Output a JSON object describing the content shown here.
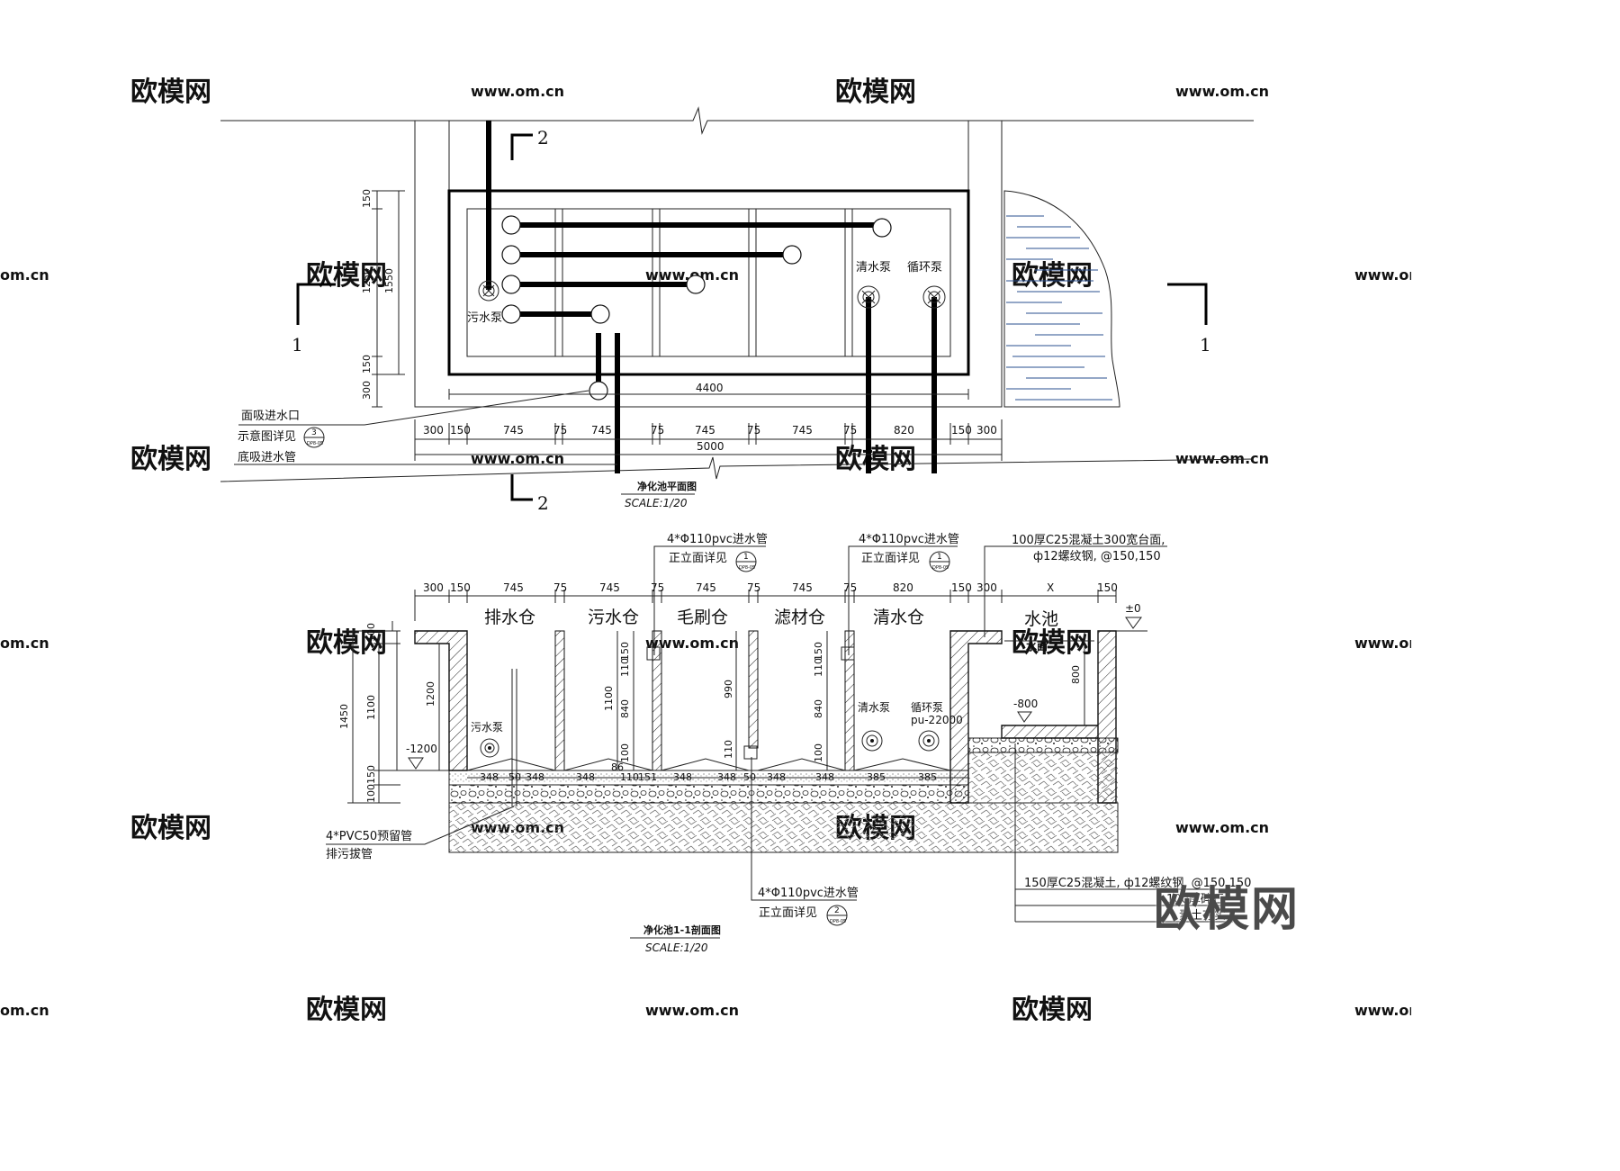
{
  "plan": {
    "title": "净化池平面图",
    "scale": "SCALE:1/20",
    "section_marks": {
      "left_num": "1",
      "right_num": "1",
      "top_num": "2",
      "bottom_num": "2"
    },
    "pump_labels": {
      "sewage": "污水泵",
      "clean": "清水泵",
      "circulation": "循环泵"
    },
    "callouts": {
      "surface_inlet": "面吸进水口",
      "detail_ref": "示意图详见",
      "bottom_inlet": "底吸进水管"
    },
    "detail_symbol": {
      "num": "3",
      "sheet": "DP8-05"
    },
    "vertical_dims": [
      "150",
      "1250",
      "150",
      "300",
      "1550"
    ],
    "inner_dim": "4400",
    "row_dims": [
      "300",
      "150",
      "745",
      "75",
      "745",
      "75",
      "745",
      "75",
      "745",
      "75",
      "820",
      "150",
      "300"
    ],
    "total_dim": "5000"
  },
  "section": {
    "title": "净化池1-1剖面图",
    "scale": "SCALE:1/20",
    "top_dims": [
      "300",
      "150",
      "745",
      "75",
      "745",
      "75",
      "745",
      "75",
      "745",
      "75",
      "820",
      "150",
      "300",
      "X",
      "150"
    ],
    "chambers": [
      "排水仓",
      "污水仓",
      "毛刷仓",
      "滤材仓",
      "清水仓",
      "水池"
    ],
    "left_dims_outer": [
      "100",
      "1100",
      "150",
      "100",
      "1450"
    ],
    "left_dim_1200": "1200",
    "level_minus_1200": "-1200",
    "level_zero": "±0",
    "level_minus_800": "-800",
    "water_surface": "水面",
    "pool_dim": "800",
    "wall_dims_a": [
      "150",
      "110",
      "1100",
      "840",
      "100"
    ],
    "wall_dims_b": [
      "990",
      "110"
    ],
    "wall_dims_c": [
      "150",
      "110",
      "840",
      "100"
    ],
    "dim_86": "86",
    "bottom_dims": [
      "348",
      "50",
      "348",
      "348",
      "110",
      "151",
      "348",
      "348",
      "50",
      "348",
      "348",
      "385",
      "385"
    ],
    "pump_sewage": "污水泵",
    "pump_clean": "清水泵",
    "pump_circulation": "循环泵",
    "pump_model": "pu-22000",
    "callout_inlet_1": {
      "line1": "4*Φ110pvc进水管",
      "line2": "正立面详见",
      "num": "1",
      "sheet": "DP8-05"
    },
    "callout_inlet_2": {
      "line1": "4*Φ110pvc进水管",
      "line2": "正立面详见",
      "num": "1",
      "sheet": "DP8-05"
    },
    "callout_inlet_3": {
      "line1": "4*Φ110pvc进水管",
      "line2": "正立面详见",
      "num": "2",
      "sheet": "DP8-05"
    },
    "callout_top_right": {
      "line1": "100厚C25混凝土300宽台面,",
      "line2": "ф12螺纹钢, @150,150"
    },
    "callout_pvc": {
      "line1": "4*PVC50预留管",
      "line2": "排污拔管"
    },
    "callout_base": {
      "line1": "150厚C25混凝土, ф12螺纹钢, @150,150",
      "line2": "100厚碎石",
      "line3": "素土夯实"
    }
  },
  "watermarks": {
    "brand_cn": "欧模网",
    "site": "www.om.cn",
    "site_cut": "om.cn"
  },
  "brand_logo": "欧模网",
  "colors": {
    "water_line": "#2a4f8f",
    "ink": "#000000",
    "watermark": "#cfcfcf"
  }
}
